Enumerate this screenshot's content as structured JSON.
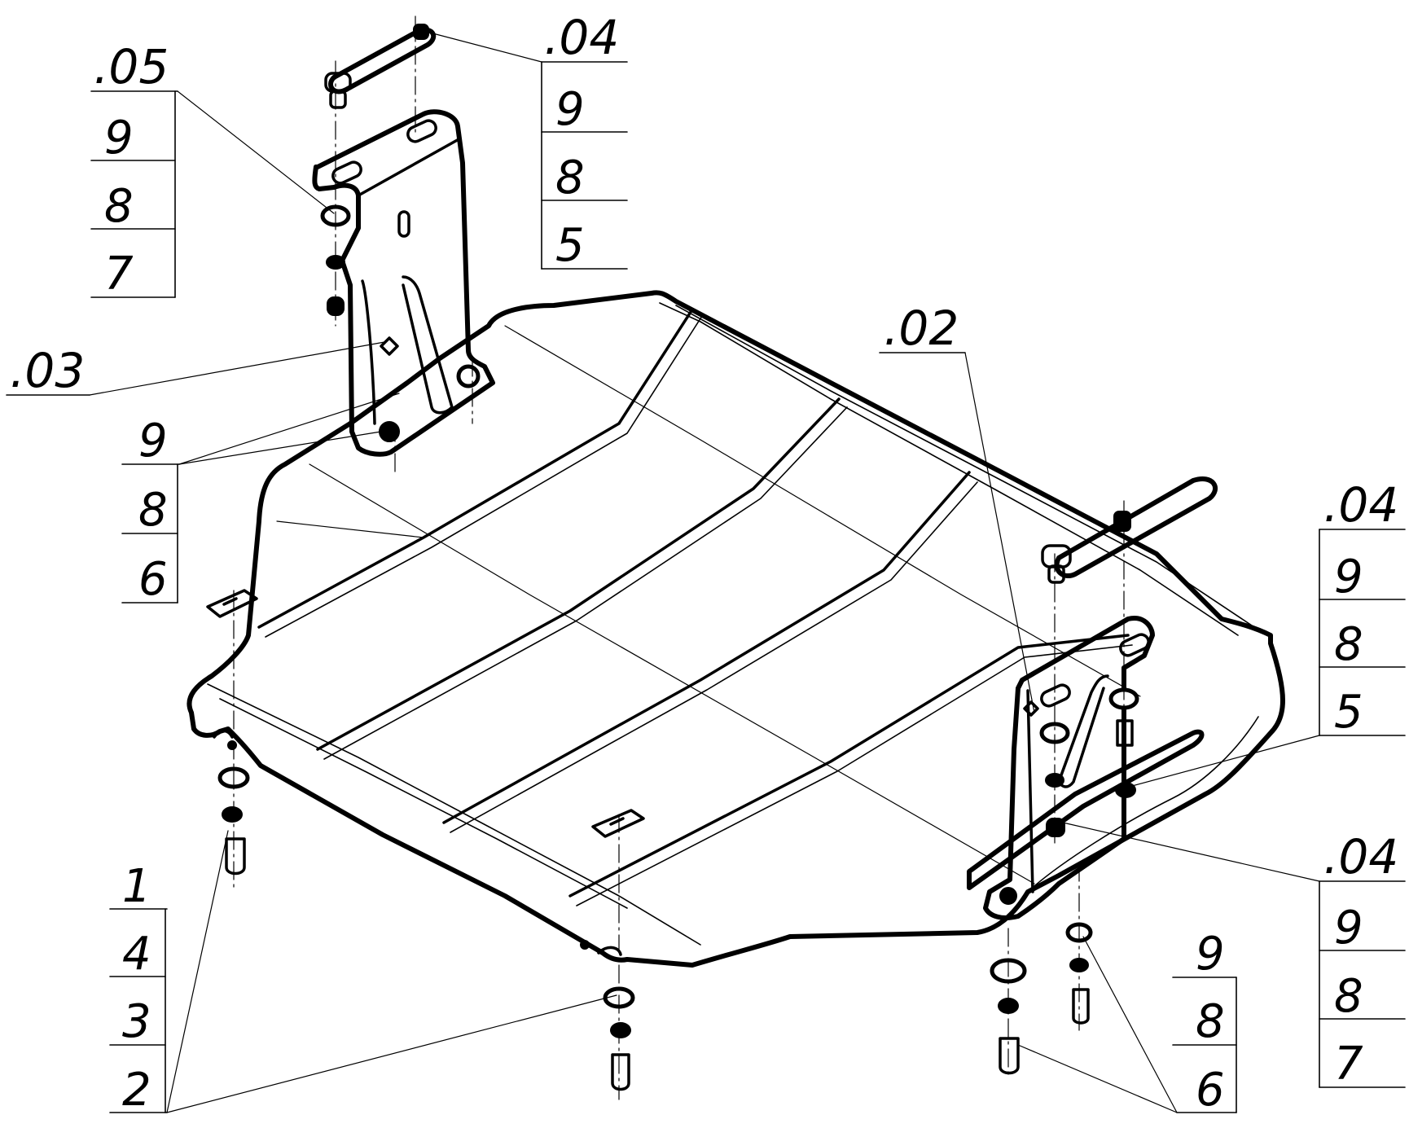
{
  "callouts": {
    "c05": {
      "ref": ".05",
      "rows": [
        "9",
        "8",
        "7"
      ]
    },
    "c04_top": {
      "ref": ".04",
      "rows": [
        "9",
        "8",
        "5"
      ]
    },
    "c03": {
      "ref": ".03"
    },
    "c986_left": {
      "rows": [
        "9",
        "8",
        "6"
      ]
    },
    "c02": {
      "ref": ".02"
    },
    "c04_right": {
      "ref": ".04",
      "rows": [
        "9",
        "8",
        "5"
      ]
    },
    "c04_lower": {
      "ref": ".04",
      "rows": [
        "9",
        "8",
        "7"
      ]
    },
    "c1432": {
      "rows": [
        "1",
        "4",
        "3",
        "2"
      ]
    },
    "c986_bottom": {
      "rows": [
        "9",
        "8",
        "6"
      ]
    }
  }
}
